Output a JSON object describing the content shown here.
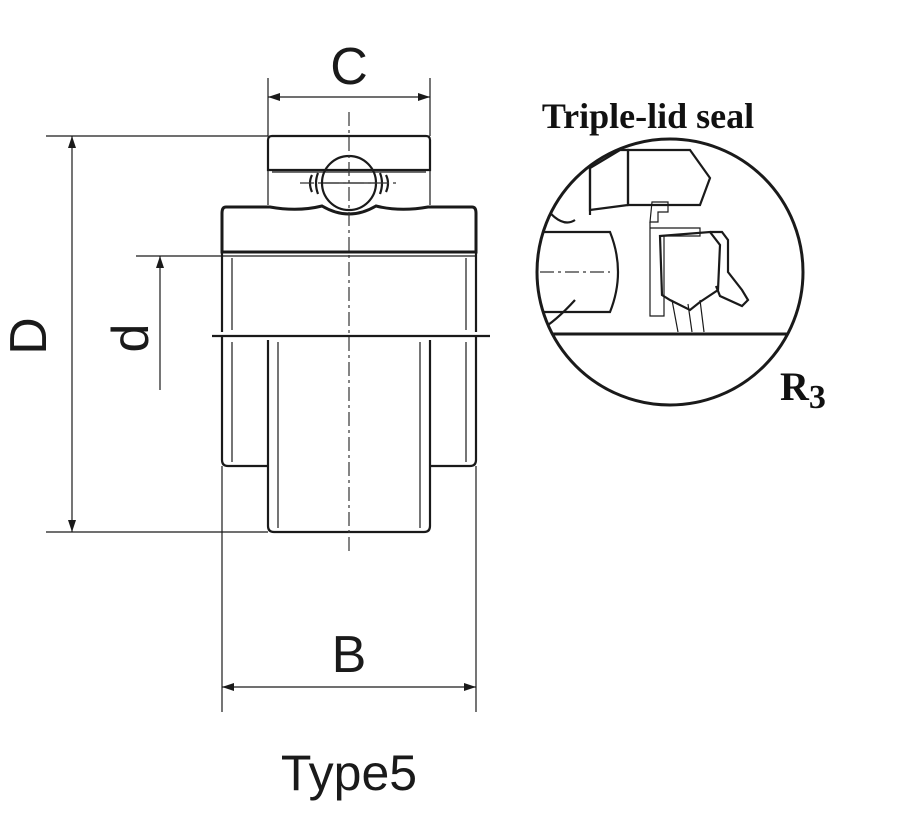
{
  "dimensions": {
    "C": "C",
    "D": "D",
    "d": "d",
    "B": "B"
  },
  "detail": {
    "title": "Triple-lid seal",
    "radius_label_letter": "R",
    "radius_label_number": "3"
  },
  "caption": "Type5",
  "colors": {
    "line": "#1a1a1a",
    "hatch": "#555555",
    "background": "#ffffff"
  }
}
